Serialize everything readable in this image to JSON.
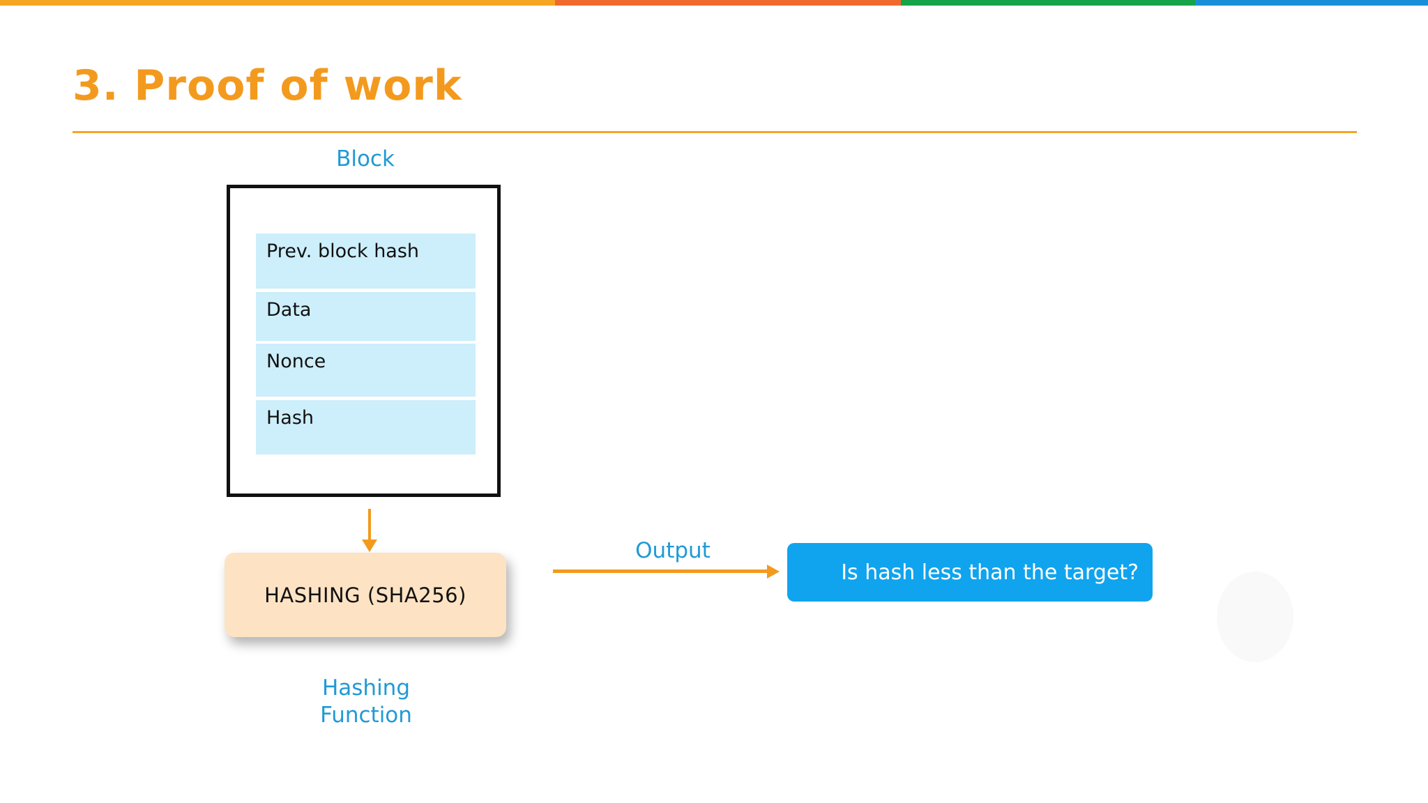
{
  "colors": {
    "title": "#f39a1e",
    "accent_line": "#f5a623",
    "bar_segments": [
      "#f6a623",
      "#ef6a2c",
      "#16a34a",
      "#1a8fd8"
    ],
    "label_blue": "#1f9ad6",
    "field_fill": "#cdeefb",
    "hash_fill": "#fde3c4",
    "question_fill": "#10a4ee",
    "arrow": "#f39a1e"
  },
  "slide": {
    "title": "3. Proof of work"
  },
  "diagram": {
    "block_label": "Block",
    "fields": [
      "Prev. block hash",
      "Data",
      "Nonce",
      "Hash"
    ],
    "hashing_box": "HASHING (SHA256)",
    "hashing_caption": "Hashing Function",
    "output_label": "Output",
    "question": "Is hash less than the target?"
  }
}
